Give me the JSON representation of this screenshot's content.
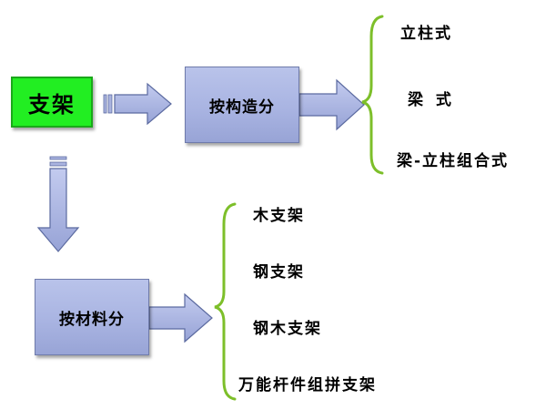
{
  "root": {
    "label": "支架"
  },
  "categories": [
    {
      "id": "structure",
      "label": "按构造分",
      "children": [
        "立柱式",
        "梁 式",
        "梁-立柱组合式"
      ]
    },
    {
      "id": "material",
      "label": "按材料分",
      "children": [
        "木支架",
        "钢支架",
        "钢木支架",
        "万能杆件组拼支架"
      ]
    }
  ],
  "colors": {
    "root_fill": "#22ee22",
    "category_fill": "#a9b4e2",
    "arrow_fill": "#aab4e0",
    "arrow_stroke": "#5b6aa0",
    "brace": "#7dbf2a"
  }
}
